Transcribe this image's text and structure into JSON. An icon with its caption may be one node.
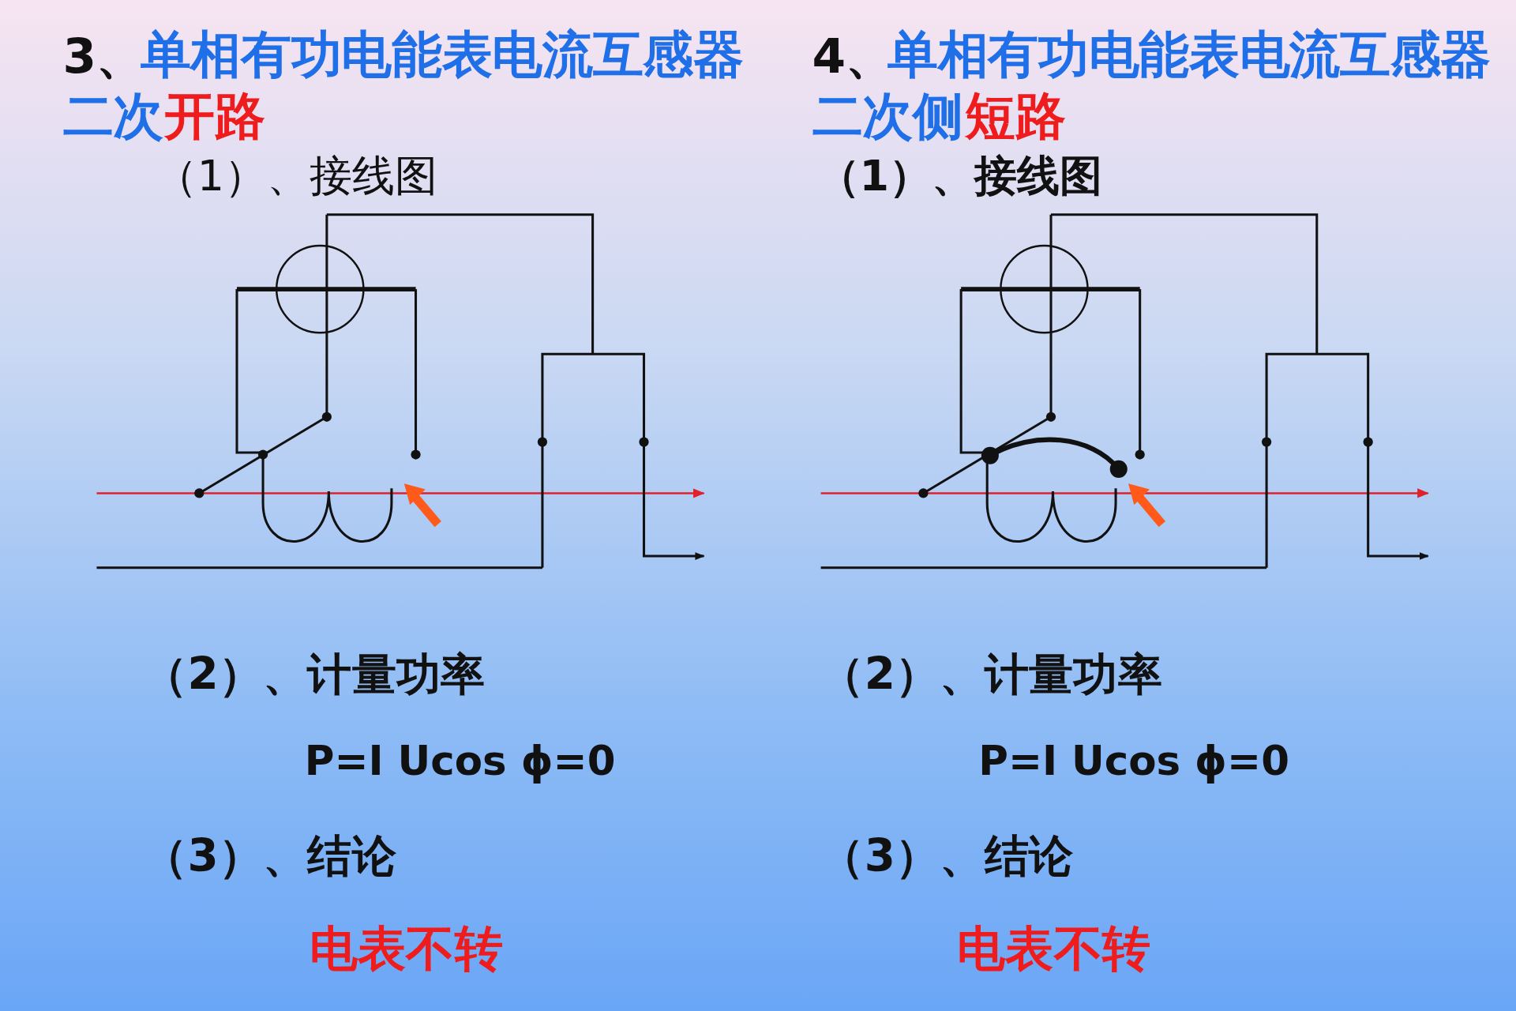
{
  "diagram": {
    "labels": [
      "3、",
      "单相有功电能表电流互感器",
      "二次",
      "开路",
      "（1）、接线图",
      "（2）、计量功率",
      "P=I Ucos ϕ=0",
      "（3）、结论",
      "电表不转",
      "4、",
      "单相有功电能表电流互感器",
      "二次侧",
      "短路",
      "（1）、接线图",
      "（2）、计量功率",
      "P=I Ucos ϕ=0",
      "（3）、结论",
      "电表不转"
    ]
  }
}
